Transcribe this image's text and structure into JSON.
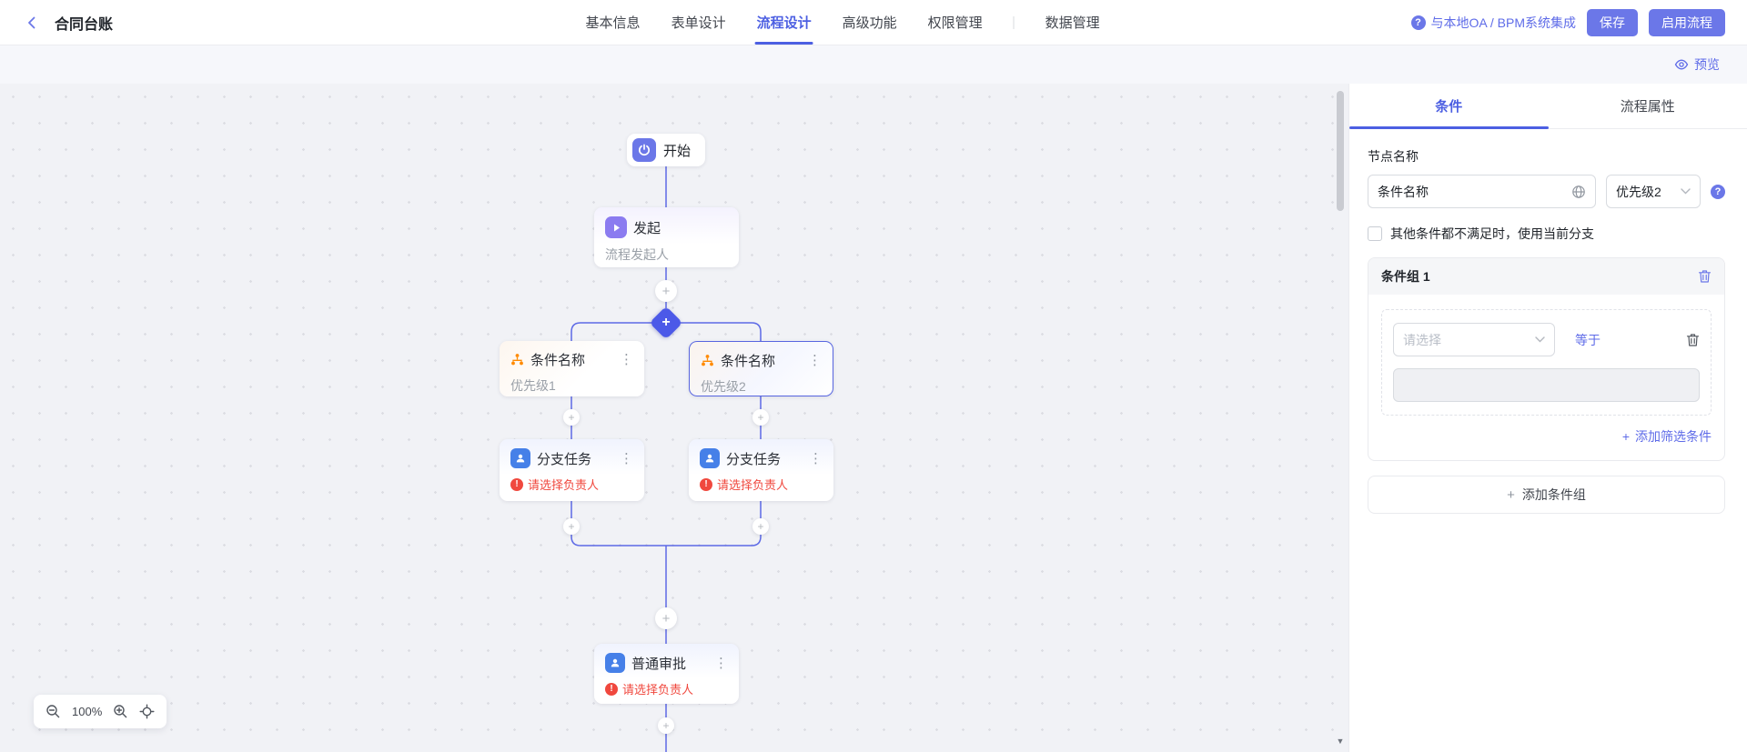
{
  "header": {
    "back_icon": "‹",
    "title": "合同台账",
    "tabs": [
      "基本信息",
      "表单设计",
      "流程设计",
      "高级功能",
      "权限管理",
      "数据管理"
    ],
    "active_tab": "流程设计",
    "integration_link": "与本地OA / BPM系统集成",
    "save_label": "保存",
    "enable_label": "启用流程"
  },
  "toolbar": {
    "preview_label": "预览"
  },
  "flow": {
    "start": {
      "title": "开始"
    },
    "initiate": {
      "title": "发起",
      "subtitle": "流程发起人"
    },
    "condition1": {
      "title": "条件名称",
      "subtitle": "优先级1"
    },
    "condition2": {
      "title": "条件名称",
      "subtitle": "优先级2"
    },
    "task1": {
      "title": "分支任务",
      "error": "请选择负责人"
    },
    "task2": {
      "title": "分支任务",
      "error": "请选择负责人"
    },
    "approval": {
      "title": "普通审批",
      "error": "请选择负责人"
    },
    "plus": "+",
    "zoom_level": "100%"
  },
  "panel": {
    "tab_condition": "条件",
    "tab_properties": "流程属性",
    "node_name_label": "节点名称",
    "node_name_value": "条件名称",
    "priority_value": "优先级2",
    "fallback_label": "其他条件都不满足时，使用当前分支",
    "group_title": "条件组 1",
    "field_placeholder": "请选择",
    "operator_label": "等于",
    "add_filter_label": "添加筛选条件",
    "add_group_label": "添加条件组",
    "plus": "+"
  },
  "colors": {
    "primary": "#5e6be8",
    "primary_button": "#6b77e8",
    "active_tab": "#4c5fe2",
    "error_red": "#f0483e",
    "condition_orange": "#ff8a00",
    "task_blue": "#4680e8",
    "initiate_purple": "#8b7bf0",
    "diamond_blue": "#4c59e8",
    "canvas_bg": "#f1f2f6"
  }
}
